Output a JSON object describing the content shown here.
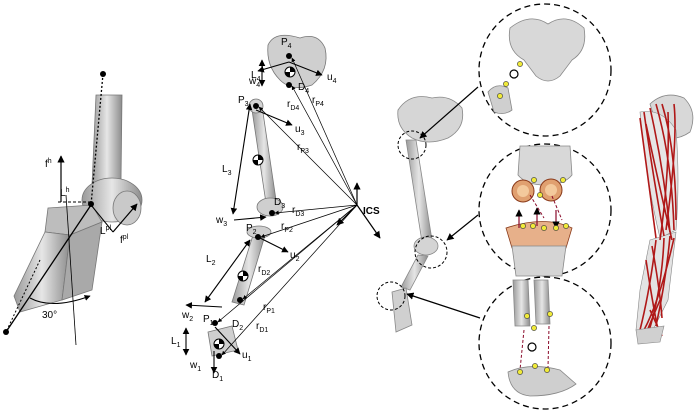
{
  "panel_a": {
    "f_h": "f",
    "f_h_sup": "h",
    "L_h": "L",
    "L_h_sup": "h",
    "L_pl": "L",
    "L_pl_sup": "pl",
    "f_pl": "f",
    "f_pl_sup": "pl",
    "angle": "30°"
  },
  "panel_b": {
    "P4": "P",
    "P4_sub": "4",
    "L4": "L",
    "L4_sub": "4",
    "w4": "w",
    "w4_sub": "4",
    "u4": "u",
    "u4_sub": "4",
    "D4": "D",
    "D4_sub": "4",
    "rD4": "r",
    "rD4_sub": "D4",
    "rP4": "r",
    "rP4_sub": "P4",
    "P3": "P",
    "P3_sub": "3",
    "u3": "u",
    "u3_sub": "3",
    "rP3": "r",
    "rP3_sub": "P3",
    "L3": "L",
    "L3_sub": "3",
    "D3": "D",
    "D3_sub": "3",
    "rD3": "r",
    "rD3_sub": "D3",
    "w3": "w",
    "w3_sub": "3",
    "rP2": "r",
    "rP2_sub": "P2",
    "P2": "P",
    "P2_sub": "2",
    "u2": "u",
    "u2_sub": "2",
    "L2": "L",
    "L2_sub": "2",
    "rD2": "r",
    "rD2_sub": "D2",
    "rP1": "r",
    "rP1_sub": "P1",
    "w2": "w",
    "w2_sub": "2",
    "P1": "P",
    "P1_sub": "1",
    "D2": "D",
    "D2_sub": "2",
    "rD1": "r",
    "rD1_sub": "D1",
    "L1": "L",
    "L1_sub": "1",
    "u1": "u",
    "u1_sub": "1",
    "w1": "w",
    "w1_sub": "1",
    "D1": "D",
    "D1_sub": "1",
    "ics": "ICS"
  }
}
